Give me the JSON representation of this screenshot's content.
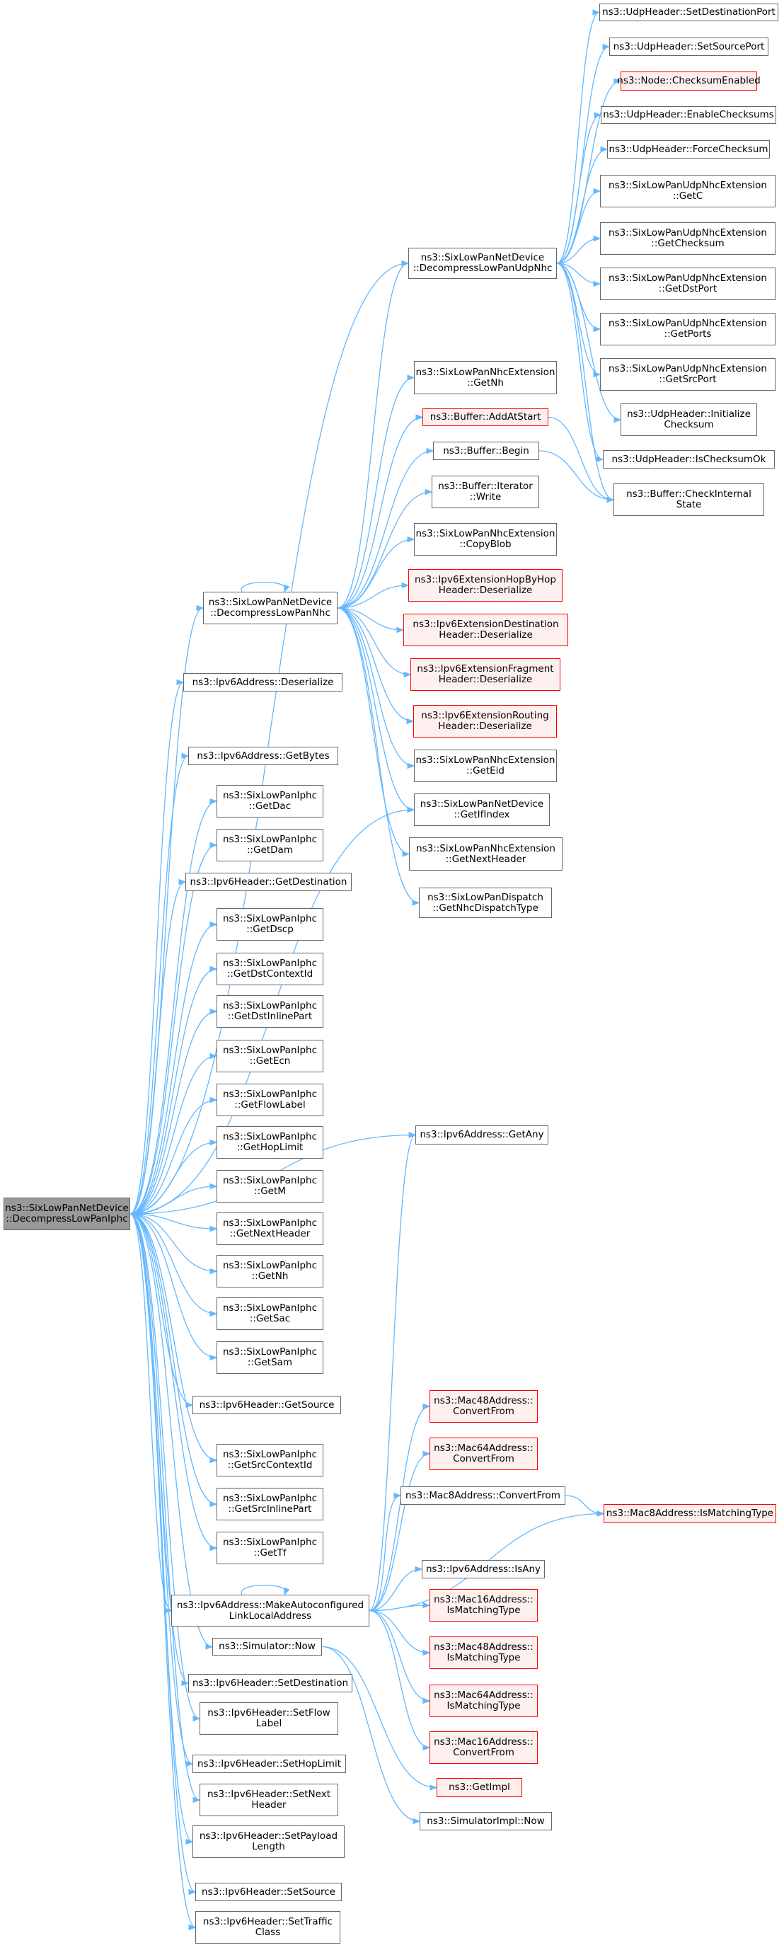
{
  "graph": {
    "edge_color": "#63b8ff",
    "node_border_color": "#666666",
    "external_node_border_color": "#ff0000",
    "external_node_fill": "#fff0f0",
    "root_fill": "#999999",
    "nodes": [
      {
        "id": "root",
        "lines": [
          "ns3::SixLowPanNetDevice",
          "::DecompressLowPanIphc"
        ],
        "kind": "root"
      },
      {
        "id": "dnhc",
        "lines": [
          "ns3::SixLowPanNetDevice",
          "::DecompressLowPanNhc"
        ],
        "kind": "normal"
      },
      {
        "id": "dudp",
        "lines": [
          "ns3::SixLowPanNetDevice",
          "::DecompressLowPanUdpNhc"
        ],
        "kind": "normal"
      },
      {
        "id": "mkll",
        "lines": [
          "ns3::Ipv6Address::MakeAutoconfigured",
          "LinkLocalAddress"
        ],
        "kind": "normal"
      },
      {
        "id": "u_setdst",
        "lines": [
          "ns3::UdpHeader::SetDestinationPort"
        ],
        "kind": "normal"
      },
      {
        "id": "u_setsrc",
        "lines": [
          "ns3::UdpHeader::SetSourcePort"
        ],
        "kind": "normal"
      },
      {
        "id": "node_cks",
        "lines": [
          "ns3::Node::ChecksumEnabled"
        ],
        "kind": "external"
      },
      {
        "id": "u_enable",
        "lines": [
          "ns3::UdpHeader::EnableChecksums"
        ],
        "kind": "normal"
      },
      {
        "id": "u_force",
        "lines": [
          "ns3::UdpHeader::ForceChecksum"
        ],
        "kind": "normal"
      },
      {
        "id": "x_getc",
        "lines": [
          "ns3::SixLowPanUdpNhcExtension",
          "::GetC"
        ],
        "kind": "normal"
      },
      {
        "id": "x_getcks",
        "lines": [
          "ns3::SixLowPanUdpNhcExtension",
          "::GetChecksum"
        ],
        "kind": "normal"
      },
      {
        "id": "x_getdst",
        "lines": [
          "ns3::SixLowPanUdpNhcExtension",
          "::GetDstPort"
        ],
        "kind": "normal"
      },
      {
        "id": "x_getports",
        "lines": [
          "ns3::SixLowPanUdpNhcExtension",
          "::GetPorts"
        ],
        "kind": "normal"
      },
      {
        "id": "x_getsrc",
        "lines": [
          "ns3::SixLowPanUdpNhcExtension",
          "::GetSrcPort"
        ],
        "kind": "normal"
      },
      {
        "id": "u_init",
        "lines": [
          "ns3::UdpHeader::Initialize",
          "Checksum"
        ],
        "kind": "normal"
      },
      {
        "id": "u_isok",
        "lines": [
          "ns3::UdpHeader::IsChecksumOk"
        ],
        "kind": "normal"
      },
      {
        "id": "b_check",
        "lines": [
          "ns3::Buffer::CheckInternal",
          "State"
        ],
        "kind": "normal"
      },
      {
        "id": "n_getnh",
        "lines": [
          "ns3::SixLowPanNhcExtension",
          "::GetNh"
        ],
        "kind": "normal"
      },
      {
        "id": "b_addstart",
        "lines": [
          "ns3::Buffer::AddAtStart"
        ],
        "kind": "external"
      },
      {
        "id": "b_begin",
        "lines": [
          "ns3::Buffer::Begin"
        ],
        "kind": "normal"
      },
      {
        "id": "b_write",
        "lines": [
          "ns3::Buffer::Iterator",
          "::Write"
        ],
        "kind": "normal"
      },
      {
        "id": "n_copy",
        "lines": [
          "ns3::SixLowPanNhcExtension",
          "::CopyBlob"
        ],
        "kind": "normal"
      },
      {
        "id": "e_hop",
        "lines": [
          "ns3::Ipv6ExtensionHopByHop",
          "Header::Deserialize"
        ],
        "kind": "external"
      },
      {
        "id": "e_dest",
        "lines": [
          "ns3::Ipv6ExtensionDestination",
          "Header::Deserialize"
        ],
        "kind": "external"
      },
      {
        "id": "e_frag",
        "lines": [
          "ns3::Ipv6ExtensionFragment",
          "Header::Deserialize"
        ],
        "kind": "external"
      },
      {
        "id": "e_rout",
        "lines": [
          "ns3::Ipv6ExtensionRouting",
          "Header::Deserialize"
        ],
        "kind": "external"
      },
      {
        "id": "n_geteid",
        "lines": [
          "ns3::SixLowPanNhcExtension",
          "::GetEid"
        ],
        "kind": "normal"
      },
      {
        "id": "nd_ifidx",
        "lines": [
          "ns3::SixLowPanNetDevice",
          "::GetIfIndex"
        ],
        "kind": "normal"
      },
      {
        "id": "n_getnext",
        "lines": [
          "ns3::SixLowPanNhcExtension",
          "::GetNextHeader"
        ],
        "kind": "normal"
      },
      {
        "id": "disp_type",
        "lines": [
          "ns3::SixLowPanDispatch",
          "::GetNhcDispatchType"
        ],
        "kind": "normal"
      },
      {
        "id": "a_deser",
        "lines": [
          "ns3::Ipv6Address::Deserialize"
        ],
        "kind": "normal"
      },
      {
        "id": "a_getbytes",
        "lines": [
          "ns3::Ipv6Address::GetBytes"
        ],
        "kind": "normal"
      },
      {
        "id": "i_getdac",
        "lines": [
          "ns3::SixLowPanIphc",
          "::GetDac"
        ],
        "kind": "normal"
      },
      {
        "id": "i_getdam",
        "lines": [
          "ns3::SixLowPanIphc",
          "::GetDam"
        ],
        "kind": "normal"
      },
      {
        "id": "h_getdest",
        "lines": [
          "ns3::Ipv6Header::GetDestination"
        ],
        "kind": "normal"
      },
      {
        "id": "i_getdscp",
        "lines": [
          "ns3::SixLowPanIphc",
          "::GetDscp"
        ],
        "kind": "normal"
      },
      {
        "id": "i_getdstctx",
        "lines": [
          "ns3::SixLowPanIphc",
          "::GetDstContextId"
        ],
        "kind": "normal"
      },
      {
        "id": "i_getdstinl",
        "lines": [
          "ns3::SixLowPanIphc",
          "::GetDstInlinePart"
        ],
        "kind": "normal"
      },
      {
        "id": "i_getecn",
        "lines": [
          "ns3::SixLowPanIphc",
          "::GetEcn"
        ],
        "kind": "normal"
      },
      {
        "id": "i_getflow",
        "lines": [
          "ns3::SixLowPanIphc",
          "::GetFlowLabel"
        ],
        "kind": "normal"
      },
      {
        "id": "i_gethop",
        "lines": [
          "ns3::SixLowPanIphc",
          "::GetHopLimit"
        ],
        "kind": "normal"
      },
      {
        "id": "i_getm",
        "lines": [
          "ns3::SixLowPanIphc",
          "::GetM"
        ],
        "kind": "normal"
      },
      {
        "id": "i_getnext",
        "lines": [
          "ns3::SixLowPanIphc",
          "::GetNextHeader"
        ],
        "kind": "normal"
      },
      {
        "id": "i_getnh",
        "lines": [
          "ns3::SixLowPanIphc",
          "::GetNh"
        ],
        "kind": "normal"
      },
      {
        "id": "i_getsac",
        "lines": [
          "ns3::SixLowPanIphc",
          "::GetSac"
        ],
        "kind": "normal"
      },
      {
        "id": "i_getsam",
        "lines": [
          "ns3::SixLowPanIphc",
          "::GetSam"
        ],
        "kind": "normal"
      },
      {
        "id": "h_getsrc",
        "lines": [
          "ns3::Ipv6Header::GetSource"
        ],
        "kind": "normal"
      },
      {
        "id": "i_getsrcctx",
        "lines": [
          "ns3::SixLowPanIphc",
          "::GetSrcContextId"
        ],
        "kind": "normal"
      },
      {
        "id": "i_getsrcinl",
        "lines": [
          "ns3::SixLowPanIphc",
          "::GetSrcInlinePart"
        ],
        "kind": "normal"
      },
      {
        "id": "i_gettf",
        "lines": [
          "ns3::SixLowPanIphc",
          "::GetTf"
        ],
        "kind": "normal"
      },
      {
        "id": "sim_now",
        "lines": [
          "ns3::Simulator::Now"
        ],
        "kind": "normal"
      },
      {
        "id": "h_setdst",
        "lines": [
          "ns3::Ipv6Header::SetDestination"
        ],
        "kind": "normal"
      },
      {
        "id": "h_setflow",
        "lines": [
          "ns3::Ipv6Header::SetFlow",
          "Label"
        ],
        "kind": "normal"
      },
      {
        "id": "h_sethop",
        "lines": [
          "ns3::Ipv6Header::SetHopLimit"
        ],
        "kind": "normal"
      },
      {
        "id": "h_setnext",
        "lines": [
          "ns3::Ipv6Header::SetNext",
          "Header"
        ],
        "kind": "normal"
      },
      {
        "id": "h_setpay",
        "lines": [
          "ns3::Ipv6Header::SetPayload",
          "Length"
        ],
        "kind": "normal"
      },
      {
        "id": "h_setsrc",
        "lines": [
          "ns3::Ipv6Header::SetSource"
        ],
        "kind": "normal"
      },
      {
        "id": "h_settc",
        "lines": [
          "ns3::Ipv6Header::SetTraffic",
          "Class"
        ],
        "kind": "normal"
      },
      {
        "id": "a_getany",
        "lines": [
          "ns3::Ipv6Address::GetAny"
        ],
        "kind": "normal"
      },
      {
        "id": "m48_conv",
        "lines": [
          "ns3::Mac48Address::",
          "ConvertFrom"
        ],
        "kind": "external"
      },
      {
        "id": "m64_conv",
        "lines": [
          "ns3::Mac64Address::",
          "ConvertFrom"
        ],
        "kind": "external"
      },
      {
        "id": "m8_conv",
        "lines": [
          "ns3::Mac8Address::ConvertFrom"
        ],
        "kind": "normal"
      },
      {
        "id": "m8_match",
        "lines": [
          "ns3::Mac8Address::IsMatchingType"
        ],
        "kind": "external"
      },
      {
        "id": "a_isany",
        "lines": [
          "ns3::Ipv6Address::IsAny"
        ],
        "kind": "normal"
      },
      {
        "id": "m16_match",
        "lines": [
          "ns3::Mac16Address::",
          "IsMatchingType"
        ],
        "kind": "external"
      },
      {
        "id": "m48_match",
        "lines": [
          "ns3::Mac48Address::",
          "IsMatchingType"
        ],
        "kind": "external"
      },
      {
        "id": "m64_match",
        "lines": [
          "ns3::Mac64Address::",
          "IsMatchingType"
        ],
        "kind": "external"
      },
      {
        "id": "m16_conv",
        "lines": [
          "ns3::Mac16Address::",
          "ConvertFrom"
        ],
        "kind": "external"
      },
      {
        "id": "getimpl",
        "lines": [
          "ns3::GetImpl"
        ],
        "kind": "external"
      },
      {
        "id": "simimpl_now",
        "lines": [
          "ns3::SimulatorImpl::Now"
        ],
        "kind": "normal"
      }
    ],
    "edges": [
      [
        "root",
        "dudp"
      ],
      [
        "root",
        "dnhc"
      ],
      [
        "root",
        "a_deser"
      ],
      [
        "root",
        "a_getbytes"
      ],
      [
        "root",
        "i_getdac"
      ],
      [
        "root",
        "i_getdam"
      ],
      [
        "root",
        "h_getdest"
      ],
      [
        "root",
        "i_getdscp"
      ],
      [
        "root",
        "i_getdstctx"
      ],
      [
        "root",
        "i_getdstinl"
      ],
      [
        "root",
        "i_getecn"
      ],
      [
        "root",
        "i_getflow"
      ],
      [
        "root",
        "i_gethop"
      ],
      [
        "root",
        "i_getm"
      ],
      [
        "root",
        "i_getnext"
      ],
      [
        "root",
        "i_getnh"
      ],
      [
        "root",
        "i_getsac"
      ],
      [
        "root",
        "i_getsam"
      ],
      [
        "root",
        "h_getsrc"
      ],
      [
        "root",
        "i_getsrcctx"
      ],
      [
        "root",
        "i_getsrcinl"
      ],
      [
        "root",
        "i_gettf"
      ],
      [
        "root",
        "mkll"
      ],
      [
        "root",
        "sim_now"
      ],
      [
        "root",
        "h_setdst"
      ],
      [
        "root",
        "h_setflow"
      ],
      [
        "root",
        "h_sethop"
      ],
      [
        "root",
        "h_setnext"
      ],
      [
        "root",
        "h_setpay"
      ],
      [
        "root",
        "h_setsrc"
      ],
      [
        "root",
        "h_settc"
      ],
      [
        "root",
        "nd_ifidx"
      ],
      [
        "root",
        "a_getany"
      ],
      [
        "dnhc",
        "dnhc"
      ],
      [
        "dnhc",
        "dudp"
      ],
      [
        "dnhc",
        "n_getnh"
      ],
      [
        "dnhc",
        "b_addstart"
      ],
      [
        "dnhc",
        "b_begin"
      ],
      [
        "dnhc",
        "b_write"
      ],
      [
        "dnhc",
        "n_copy"
      ],
      [
        "dnhc",
        "e_hop"
      ],
      [
        "dnhc",
        "e_dest"
      ],
      [
        "dnhc",
        "e_frag"
      ],
      [
        "dnhc",
        "e_rout"
      ],
      [
        "dnhc",
        "n_geteid"
      ],
      [
        "dnhc",
        "nd_ifidx"
      ],
      [
        "dnhc",
        "n_getnext"
      ],
      [
        "dnhc",
        "disp_type"
      ],
      [
        "dudp",
        "u_setdst"
      ],
      [
        "dudp",
        "u_setsrc"
      ],
      [
        "dudp",
        "node_cks"
      ],
      [
        "dudp",
        "u_enable"
      ],
      [
        "dudp",
        "u_force"
      ],
      [
        "dudp",
        "x_getc"
      ],
      [
        "dudp",
        "x_getcks"
      ],
      [
        "dudp",
        "x_getdst"
      ],
      [
        "dudp",
        "x_getports"
      ],
      [
        "dudp",
        "x_getsrc"
      ],
      [
        "dudp",
        "u_init"
      ],
      [
        "dudp",
        "u_isok"
      ],
      [
        "dudp",
        "b_check"
      ],
      [
        "b_addstart",
        "b_check"
      ],
      [
        "b_begin",
        "b_check"
      ],
      [
        "mkll",
        "mkll"
      ],
      [
        "mkll",
        "m48_conv"
      ],
      [
        "mkll",
        "m64_conv"
      ],
      [
        "mkll",
        "m8_conv"
      ],
      [
        "mkll",
        "m8_match"
      ],
      [
        "mkll",
        "a_getany"
      ],
      [
        "mkll",
        "a_isany"
      ],
      [
        "mkll",
        "m16_match"
      ],
      [
        "mkll",
        "m48_match"
      ],
      [
        "mkll",
        "m64_match"
      ],
      [
        "mkll",
        "m16_conv"
      ],
      [
        "m8_conv",
        "m8_match"
      ],
      [
        "sim_now",
        "getimpl"
      ],
      [
        "sim_now",
        "simimpl_now"
      ]
    ]
  }
}
